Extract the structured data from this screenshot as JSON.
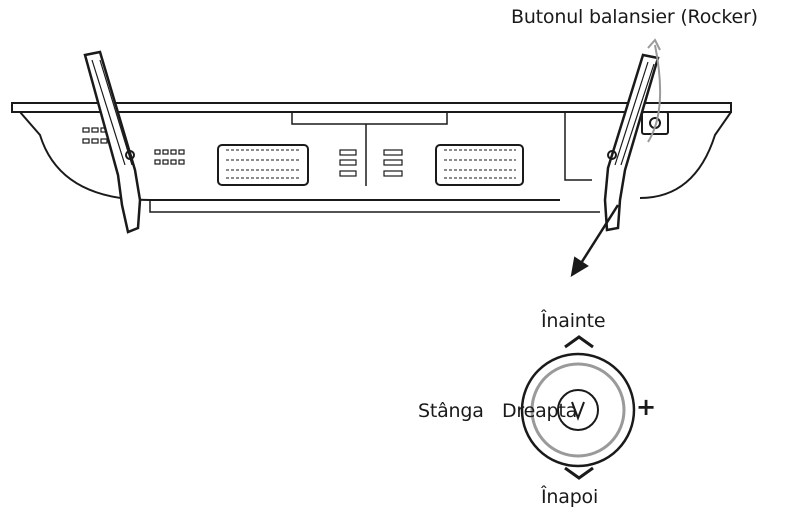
{
  "labels": {
    "rocker": "Butonul balansier (Rocker)",
    "forward": "Înainte",
    "back": "Înapoi",
    "left": "Stânga",
    "right": "Dreapta",
    "plus": "+"
  },
  "colors": {
    "line": "#1a1a1a",
    "ring_grey": "#9a9a9a",
    "background": "#ffffff"
  },
  "icons": [
    "tv-rear-view",
    "stand-leg-left",
    "stand-leg-right",
    "rocker-button",
    "up-chevron-icon",
    "down-chevron-icon",
    "pointer-arrow"
  ]
}
